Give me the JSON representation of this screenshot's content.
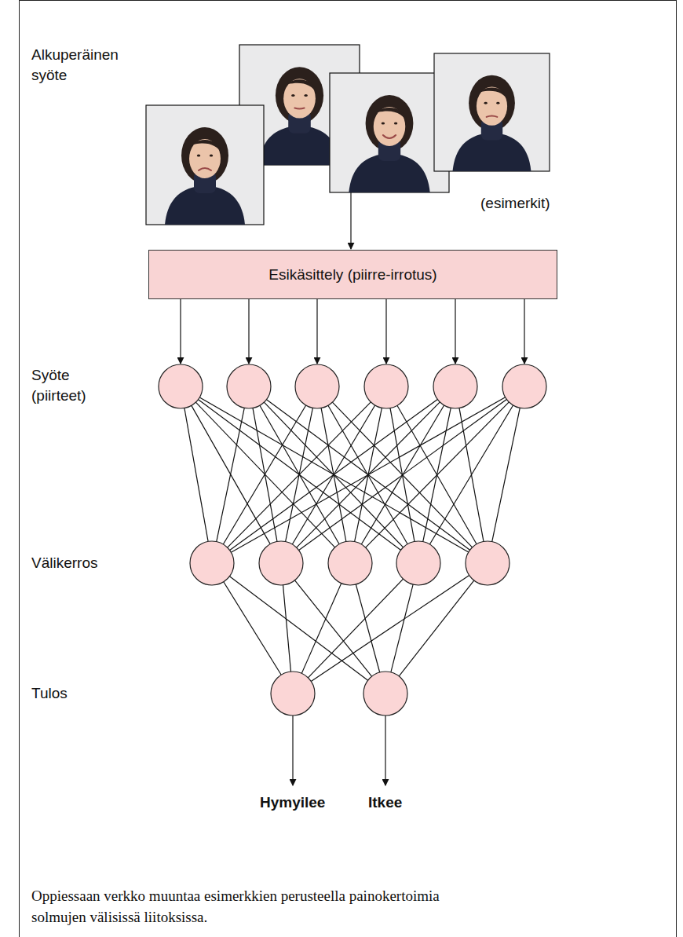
{
  "diagram": {
    "caption": "Oppiessaan verkko muuntaa esimerkkien perusteella painokertoimia solmujen välisissä liitoksissa.",
    "nodes": [
      {
        "text": [
          "Esikäsittely (piirre-irrotus)"
        ]
      }
    ],
    "labels": [
      "Alkuperäinen syöte",
      "(esimerkit)",
      "Syöte (piirteet)",
      "Välikerros",
      "Tulos",
      "Hymyilee",
      "Itkee"
    ]
  }
}
